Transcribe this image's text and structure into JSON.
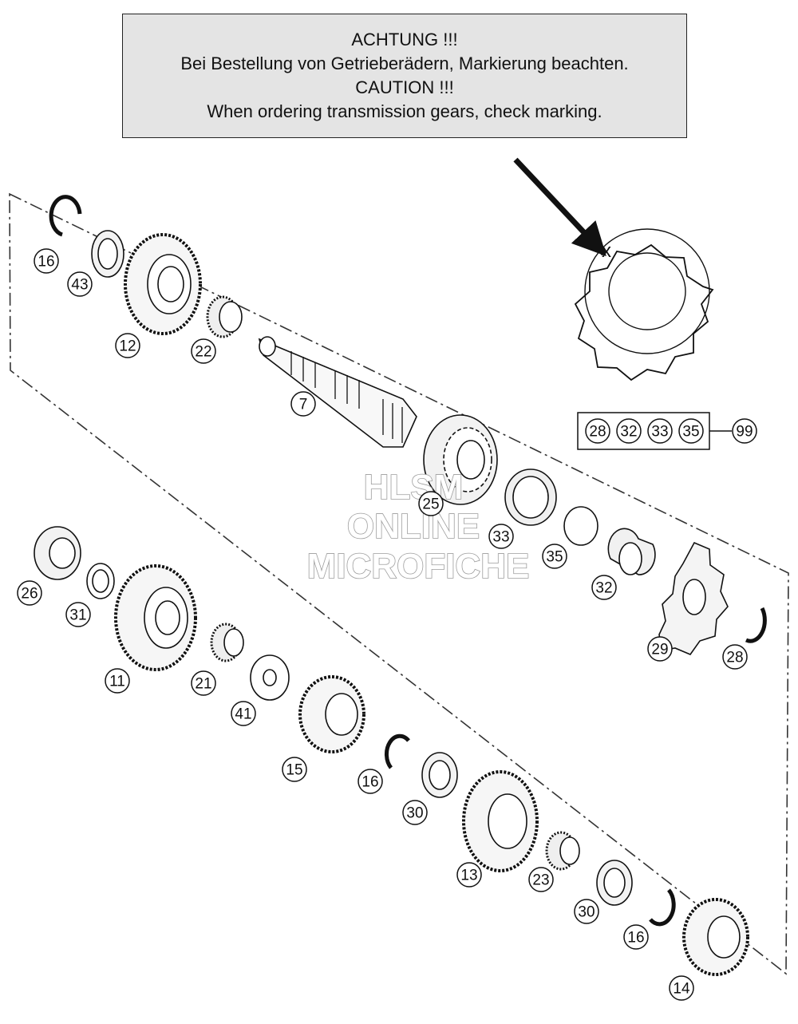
{
  "notice": {
    "line1": "ACHTUNG !!!",
    "line2": "Bei Bestellung von Getrieberädern, Markierung beachten.",
    "line3": "CAUTION !!!",
    "line4": "When ordering transmission gears, check marking."
  },
  "watermark": {
    "line1": "HLSM",
    "line2": "ONLINE",
    "line3": "MICROFICHE"
  },
  "detail_mark": "x",
  "kit": {
    "parts": [
      "28",
      "32",
      "33",
      "35"
    ],
    "kit_number": "99"
  },
  "callouts": {
    "c1": "16",
    "c2": "43",
    "c3": "12",
    "c4": "22",
    "c5": "7",
    "c6": "25",
    "c7": "33",
    "c8": "35",
    "c9": "32",
    "c10": "29",
    "c11": "28",
    "c12": "26",
    "c13": "31",
    "c14": "11",
    "c15": "21",
    "c16": "41",
    "c17": "15",
    "c18": "16",
    "c19": "30",
    "c20": "13",
    "c21": "23",
    "c22": "30",
    "c23": "16",
    "c24": "14"
  }
}
